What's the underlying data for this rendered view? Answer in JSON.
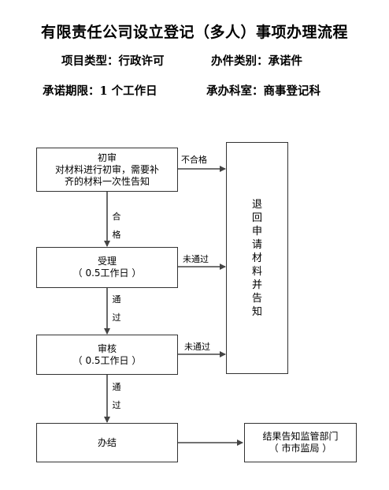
{
  "title": "有限责任公司设立登记（多人）事项办理流程",
  "meta": {
    "item_type_label": "项目类型：行政许可",
    "category_label": "办件类别：承诺件",
    "time_limit_label": "承诺期限：1 个工作日",
    "office_label": "承办科室：商事登记科"
  },
  "nodes": {
    "first_review": {
      "title": "初审",
      "desc_line1": "对材料进行初审，需要补",
      "desc_line2": "齐的材料一次性告知"
    },
    "accept": {
      "title": "受理",
      "sub": "（ 0.5工作日 ）"
    },
    "review": {
      "title": "审核",
      "sub": "（ 0.5工作日 ）"
    },
    "finish": {
      "title": "办结"
    },
    "return": {
      "chars": [
        "退",
        "回",
        "申",
        "请",
        "材",
        "料",
        "并",
        "告",
        "知"
      ]
    },
    "notify": {
      "line1": "结果告知监管部门",
      "line2": "（ 市市监局 ）"
    }
  },
  "edges": {
    "fail": "不合格",
    "pass_chars": [
      "合",
      "格"
    ],
    "not_pass_1": "未通过",
    "not_pass_2": "未通过",
    "pass2_chars": [
      "通",
      "过"
    ],
    "pass3_chars": [
      "通",
      "过"
    ]
  }
}
